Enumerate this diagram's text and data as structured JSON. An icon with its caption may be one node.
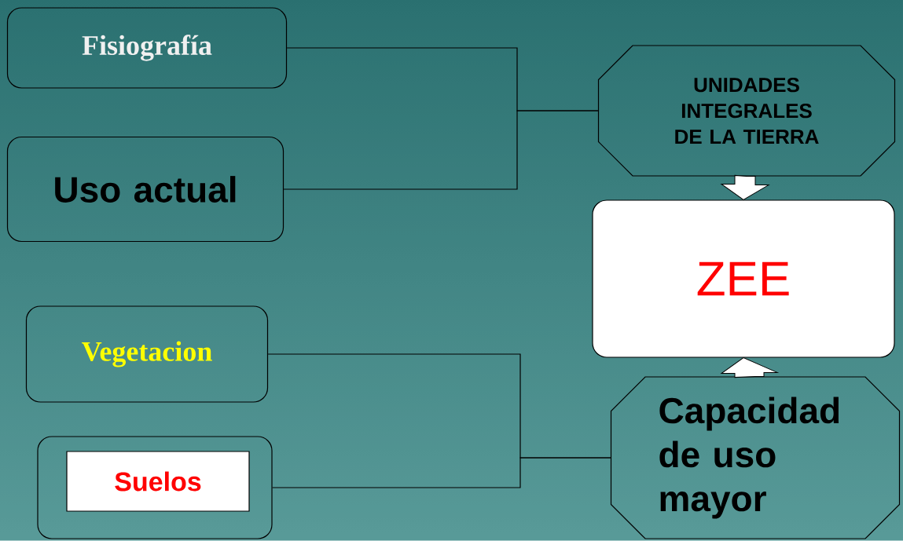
{
  "diagram": {
    "nodes": [
      {
        "text": [
          "Fisiografía"
        ]
      },
      {
        "text": [
          "Uso actual"
        ]
      },
      {
        "text": [
          "Vegetacion"
        ]
      },
      {
        "text": [],
        "shape": "box"
      },
      {
        "text": [
          "Suelos"
        ],
        "in": 3
      },
      {
        "text": [
          "UNIDADES INTEGRALES DE LA TIERRA"
        ]
      },
      {
        "text": [
          "ZEE"
        ]
      },
      {
        "text": [
          "Capacidad de uso mayor"
        ]
      }
    ],
    "edges": [
      {
        "from": 0,
        "to": 5,
        "arrow": "none"
      },
      {
        "from": 1,
        "to": 5,
        "arrow": "none"
      },
      {
        "from": 2,
        "to": 7,
        "arrow": "none"
      },
      {
        "from": 3,
        "to": 7,
        "arrow": "none"
      },
      {
        "from": 5,
        "to": 6,
        "arrow": "to"
      },
      {
        "from": 7,
        "to": 6,
        "arrow": "to"
      }
    ]
  }
}
